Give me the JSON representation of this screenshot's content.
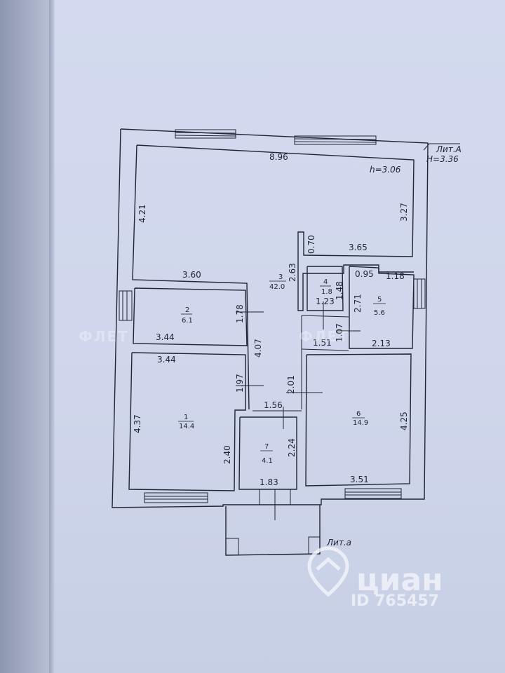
{
  "plan": {
    "lit_main": "Лит.А",
    "height_main": "H=3.36",
    "ceiling": "h=3.06",
    "lit_annex": "Лит.а"
  },
  "rooms": [
    {
      "id": "room-1",
      "number": "1",
      "area": "14.4"
    },
    {
      "id": "room-2",
      "number": "2",
      "area": "6.1"
    },
    {
      "id": "room-3",
      "number": "3",
      "area": "42.0"
    },
    {
      "id": "room-4",
      "number": "4",
      "area": "1.8"
    },
    {
      "id": "room-5",
      "number": "5",
      "area": "5.6"
    },
    {
      "id": "room-6",
      "number": "6",
      "area": "14.9"
    },
    {
      "id": "room-7",
      "number": "7",
      "area": "4.1"
    }
  ],
  "dimensions": {
    "top_width": "8.96",
    "left_height": "4.21",
    "right_height": "3.27",
    "niche": "0.70",
    "inner_width": "3.65",
    "hall_width": "3.60",
    "pass_height": "2.63",
    "r4_height": "1.48",
    "r4_width": "1.23",
    "r5_top_left": "0.95",
    "r5_top_right": "1.18",
    "r5_height": "2.71",
    "r5_width": "2.13",
    "r2_height": "1.78",
    "r2_width": "3.44",
    "corridor_height": "4.07",
    "r1_width": "3.44",
    "r1_height": "4.37",
    "r1_inner": "2.40",
    "door_gap": "1.97",
    "gap_156": "1.56",
    "gap_151": "1.51",
    "gap_107": "1.07",
    "r6_left": "2.01",
    "r6_height": "4.25",
    "r6_width": "3.51",
    "r7_height": "2.24",
    "r7_width": "1.83"
  },
  "watermark": {
    "brand": "циан",
    "id_text": "ID 765457",
    "faint": "ФЛЕТ"
  },
  "colors": {
    "paper": "#d3daef",
    "ink": "#1f2533",
    "watermark": "#f4f6fb"
  }
}
